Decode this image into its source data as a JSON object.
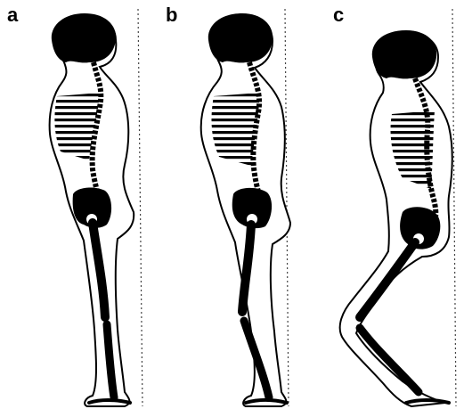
{
  "panels": [
    {
      "label": "a"
    },
    {
      "label": "b"
    },
    {
      "label": "c"
    }
  ],
  "colors": {
    "ink": "#000000",
    "paper": "#ffffff",
    "guide_line": "#444444"
  }
}
